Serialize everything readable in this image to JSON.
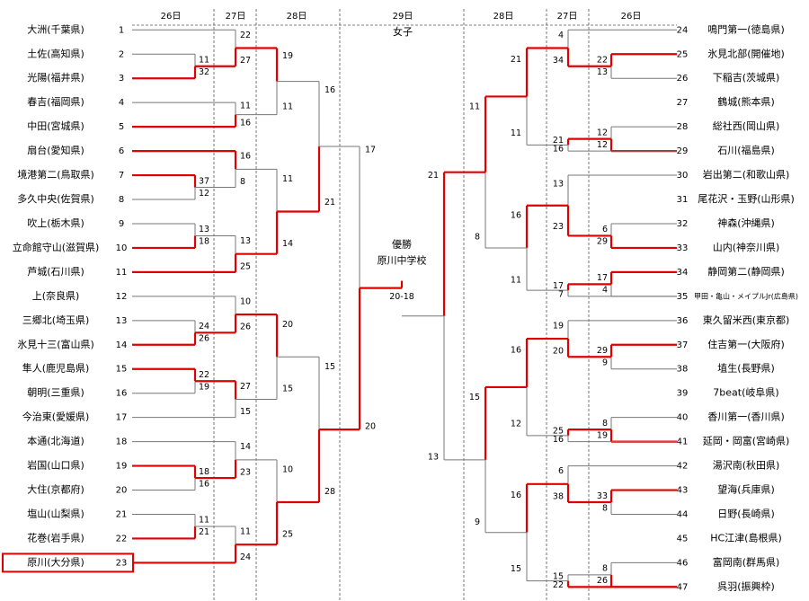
{
  "header": {
    "days_left": [
      "26日",
      "27日",
      "28日"
    ],
    "day_center": "29日",
    "days_right": [
      "28日",
      "27日",
      "26日"
    ],
    "category": "女子"
  },
  "teams": [
    {
      "n": "1",
      "name": "大洲(千葉県)"
    },
    {
      "n": "2",
      "name": "土佐(高知県)"
    },
    {
      "n": "3",
      "name": "光陽(福井県)"
    },
    {
      "n": "4",
      "name": "春吉(福岡県)"
    },
    {
      "n": "5",
      "name": "中田(宮城県)"
    },
    {
      "n": "6",
      "name": "扇台(愛知県)"
    },
    {
      "n": "7",
      "name": "境港第二(鳥取県)"
    },
    {
      "n": "8",
      "name": "多久中央(佐賀県)"
    },
    {
      "n": "9",
      "name": "吹上(栃木県)"
    },
    {
      "n": "10",
      "name": "立命館守山(滋賀県)"
    },
    {
      "n": "11",
      "name": "芦城(石川県)"
    },
    {
      "n": "12",
      "name": "上(奈良県)"
    },
    {
      "n": "13",
      "name": "三郷北(埼玉県)"
    },
    {
      "n": "14",
      "name": "氷見十三(富山県)"
    },
    {
      "n": "15",
      "name": "隼人(鹿児島県)"
    },
    {
      "n": "16",
      "name": "朝明(三重県)"
    },
    {
      "n": "17",
      "name": "今治東(愛媛県)"
    },
    {
      "n": "18",
      "name": "本通(北海道)"
    },
    {
      "n": "19",
      "name": "岩国(山口県)"
    },
    {
      "n": "20",
      "name": "大住(京都府)"
    },
    {
      "n": "21",
      "name": "塩山(山梨県)"
    },
    {
      "n": "22",
      "name": "花巻(岩手県)"
    },
    {
      "n": "23",
      "name": "原川(大分県)"
    },
    {
      "n": "24",
      "name": "鳴門第一(徳島県)"
    },
    {
      "n": "25",
      "name": "氷見北部(開催地)"
    },
    {
      "n": "26",
      "name": "下稲吉(茨城県)"
    },
    {
      "n": "27",
      "name": "鶴城(熊本県)"
    },
    {
      "n": "28",
      "name": "総社西(岡山県)"
    },
    {
      "n": "29",
      "name": "石川(福島県)"
    },
    {
      "n": "30",
      "name": "岩出第二(和歌山県)"
    },
    {
      "n": "31",
      "name": "尾花沢・玉野(山形県)"
    },
    {
      "n": "32",
      "name": "神森(沖縄県)"
    },
    {
      "n": "33",
      "name": "山内(神奈川県)"
    },
    {
      "n": "34",
      "name": "静岡第二(静岡県)"
    },
    {
      "n": "35",
      "name": "甲田・亀山・メイプルJr(広島県)"
    },
    {
      "n": "36",
      "name": "東久留米西(東京都)"
    },
    {
      "n": "37",
      "name": "住吉第一(大阪府)"
    },
    {
      "n": "38",
      "name": "埴生(長野県)"
    },
    {
      "n": "39",
      "name": "7beat(岐阜県)"
    },
    {
      "n": "40",
      "name": "香川第一(香川県)"
    },
    {
      "n": "41",
      "name": "延岡・岡富(宮崎県)"
    },
    {
      "n": "42",
      "name": "湯沢南(秋田県)"
    },
    {
      "n": "43",
      "name": "望海(兵庫県)"
    },
    {
      "n": "44",
      "name": "日野(長崎県)"
    },
    {
      "n": "45",
      "name": "HC江津(島根県)"
    },
    {
      "n": "46",
      "name": "富岡南(群馬県)"
    },
    {
      "n": "47",
      "name": "呉羽(振興枠)"
    }
  ],
  "scores": {
    "r1_left": [
      [
        "11",
        "32"
      ],
      [
        "37",
        "12"
      ],
      [
        "13",
        "18"
      ],
      [
        "24",
        "26"
      ],
      [
        "22",
        "19"
      ],
      [
        "18",
        "16"
      ],
      [
        "11",
        "21"
      ]
    ],
    "r2_left": [
      [
        "22",
        "27"
      ],
      [
        "11",
        "16"
      ],
      [
        "16",
        "8"
      ],
      [
        "13",
        "25"
      ],
      [
        "10",
        "26"
      ],
      [
        "27",
        "15"
      ],
      [
        "14",
        "23"
      ],
      [
        "11",
        "24"
      ]
    ],
    "r3_left": [
      [
        "19",
        "11"
      ],
      [
        "11",
        "14"
      ],
      [
        "20",
        "15"
      ],
      [
        "10",
        "25"
      ]
    ],
    "qf_left": [
      [
        "16",
        "21"
      ],
      [
        "15",
        "28"
      ]
    ],
    "sf_left": [
      "17",
      "20"
    ],
    "r1_right": [
      [
        "22",
        "13"
      ],
      [
        "12",
        "12"
      ],
      [
        "6",
        "29"
      ],
      [
        "17",
        "4"
      ],
      [
        "29",
        "9"
      ],
      [
        "8",
        "19"
      ],
      [
        "33",
        "8"
      ],
      [
        "8",
        "26"
      ]
    ],
    "r2_right": [
      [
        "4",
        "34"
      ],
      [
        "21",
        "16"
      ],
      [
        "13",
        "23"
      ],
      [
        "17",
        "7"
      ],
      [
        "19",
        "20"
      ],
      [
        "25",
        "16"
      ],
      [
        "6",
        "38"
      ],
      [
        "15",
        "22"
      ]
    ],
    "r3_right": [
      [
        "21",
        "11"
      ],
      [
        "16",
        "11"
      ],
      [
        "16",
        "12"
      ],
      [
        "16",
        "15"
      ]
    ],
    "qf_right": [
      [
        "11",
        "8"
      ],
      [
        "15",
        "9"
      ]
    ],
    "sf_right": [
      "21",
      "13"
    ]
  },
  "champion": {
    "label": "優勝",
    "team": "原川中学校",
    "final_score": "20-18"
  },
  "colors": {
    "winner": "#e00000",
    "line": "#777777",
    "text": "#000000"
  }
}
